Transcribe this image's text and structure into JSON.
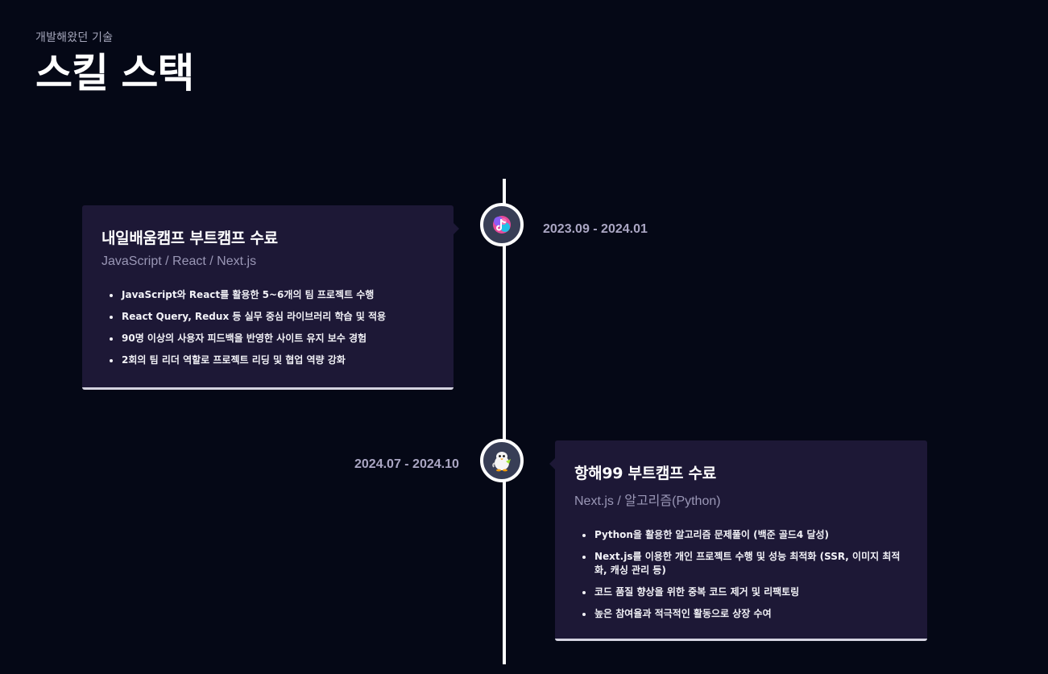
{
  "header": {
    "subtitle": "개발해왔던 기술",
    "title": "스킬 스택"
  },
  "timeline": [
    {
      "title": "내일배움캠프 부트캠프 수료",
      "stack": "JavaScript / React / Next.js",
      "date": "2023.09 - 2024.01",
      "icon": "spartacodingclub-logo-icon",
      "icon_bg": "#383e56",
      "points": [
        "JavaScript와 React를 활용한 5~6개의 팀 프로젝트 수행",
        "React Query, Redux 등 실무 중심 라이브러리 학습 및 적용",
        "90명 이상의 사용자 피드백을 반영한 사이트 유지 보수 경험",
        "2회의 팀 리더 역할로 프로젝트 리딩 및 협업 역량 강화"
      ]
    },
    {
      "title": "항해99 부트캠프 수료",
      "stack": "Next.js / 알고리즘(Python)",
      "date": "2024.07 - 2024.10",
      "icon": "hanghae-mascot-icon",
      "icon_bg": "#383e56",
      "points": [
        "Python을 활용한 알고리즘 문제풀이 (백준 골드4 달성)",
        "Next.js를 이용한 개인 프로젝트 수행 및 성능 최적화 (SSR, 이미지 최적화, 캐싱 관리 등)",
        "코드 품질 향상을 위한 중복 코드 제거 및 리팩토링",
        "높은 참여율과 적극적인 활동으로 상장 수여"
      ]
    }
  ],
  "colors": {
    "background": "#050816",
    "card": "#1d1836",
    "line": "#ffffff",
    "date": "#aaa6c3",
    "stack": "#9a97b6"
  }
}
